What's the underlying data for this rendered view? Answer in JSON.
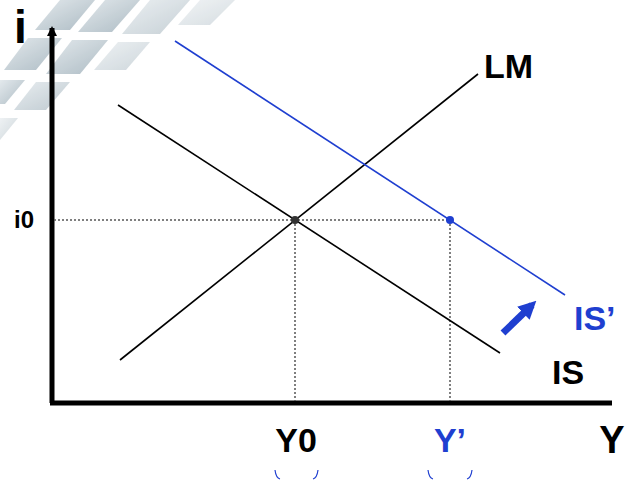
{
  "diagram": {
    "labels": [
      "i",
      "LM",
      "i0",
      "IS’",
      "IS",
      "Y0",
      "Y’",
      "Y"
    ]
  }
}
